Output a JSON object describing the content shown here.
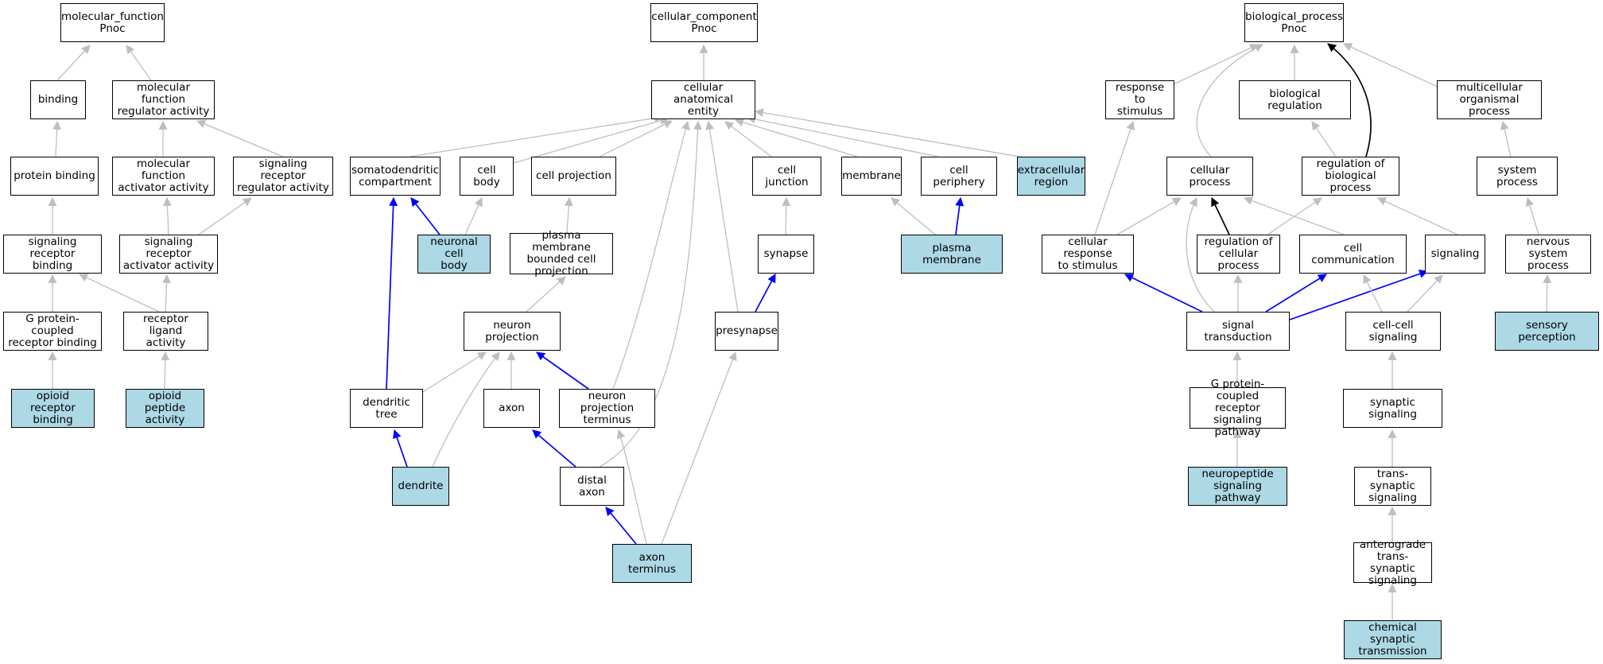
{
  "colors": {
    "grey": "#bebebe",
    "blue": "#0000ff",
    "black": "#000000",
    "highlight": "#add8e6"
  },
  "nodes": {
    "mf_root": "molecular_function\nPnoc",
    "binding": "binding",
    "mf_reg": "molecular function\nregulator activity",
    "protein_binding": "protein binding",
    "mf_act": "molecular function\nactivator activity",
    "sr_reg": "signaling receptor\nregulator activity",
    "sr_binding": "signaling receptor\nbinding",
    "sr_act": "signaling receptor\nactivator activity",
    "gpcr_binding": "G protein-coupled\nreceptor binding",
    "rl_act": "receptor ligand\nactivity",
    "opioid_rb": "opioid receptor\nbinding",
    "opioid_pa": "opioid peptide\nactivity",
    "cc_root": "cellular_component\nPnoc",
    "cae": "cellular anatomical\nentity",
    "somato": "somatodendritic\ncompartment",
    "cell_body": "cell body",
    "cell_proj": "cell projection",
    "cell_junction": "cell junction",
    "membrane": "membrane",
    "cell_periphery": "cell periphery",
    "extracellular": "extracellular\nregion",
    "neuronal_cb": "neuronal cell\nbody",
    "pmbcp": "plasma membrane\nbounded cell\nprojection",
    "synapse": "synapse",
    "plasma_membrane": "plasma membrane",
    "neuron_proj": "neuron projection",
    "presynapse": "presynapse",
    "dendritic_tree": "dendritic tree",
    "axon": "axon",
    "npt": "neuron projection\nterminus",
    "dendrite": "dendrite",
    "distal_axon": "distal axon",
    "axon_terminus": "axon terminus",
    "bp_root": "biological_process\nPnoc",
    "rts": "response to\nstimulus",
    "bio_reg": "biological regulation",
    "mop": "multicellular\norganismal process",
    "cell_proc": "cellular process",
    "rbp": "regulation of\nbiological process",
    "sys_proc": "system process",
    "crs": "cellular response\nto stimulus",
    "rcp": "regulation of\ncellular process",
    "cell_comm": "cell communication",
    "signaling": "signaling",
    "nsp": "nervous system\nprocess",
    "sig_trans": "signal transduction",
    "ccs": "cell-cell signaling",
    "sensory": "sensory perception",
    "gpcr_path": "G protein-coupled\nreceptor signaling\npathway",
    "syn_sig": "synaptic signaling",
    "nsp_path": "neuropeptide\nsignaling pathway",
    "tss": "trans-synaptic\nsignaling",
    "atss": "anterograde\ntrans-synaptic\nsignaling",
    "cst": "chemical synaptic\ntransmission"
  }
}
